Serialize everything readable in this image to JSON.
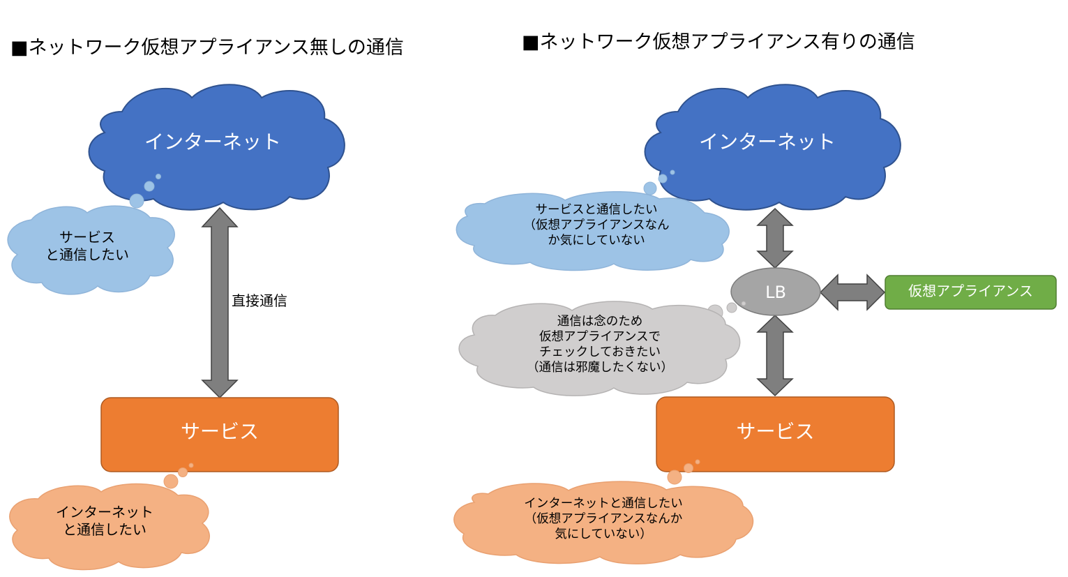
{
  "left": {
    "title": "■ネットワーク仮想アプライアンス無しの通信",
    "internet": "インターネット",
    "service": "サービス",
    "edge_label": "直接通信",
    "internet_thought": "サービス\nと通信したい",
    "service_thought": "インターネット\nと通信したい"
  },
  "right": {
    "title": "■ネットワーク仮想アプライアンス有りの通信",
    "internet": "インターネット",
    "lb": "LB",
    "appliance": "仮想アプライアンス",
    "service": "サービス",
    "internet_thought": "サービスと通信したい\n（仮想アプライアンスなん\nか気にしていない",
    "lb_thought": "通信は念のため\n仮想アプライアンスで\nチェックしておきたい\n（通信は邪魔したくない）",
    "service_thought": "インターネットと通信したい\n（仮想アプライアンスなんか\n気にしていない）"
  },
  "colors": {
    "cloud_blue": "#4472C4",
    "thought_blue": "#9DC3E6",
    "service_orange": "#ED7D31",
    "thought_orange": "#F4B183",
    "lb_gray": "#A5A5A5",
    "thought_gray": "#D0CECE",
    "appliance_green": "#70AD47",
    "arrow_gray": "#7F7F7F"
  }
}
